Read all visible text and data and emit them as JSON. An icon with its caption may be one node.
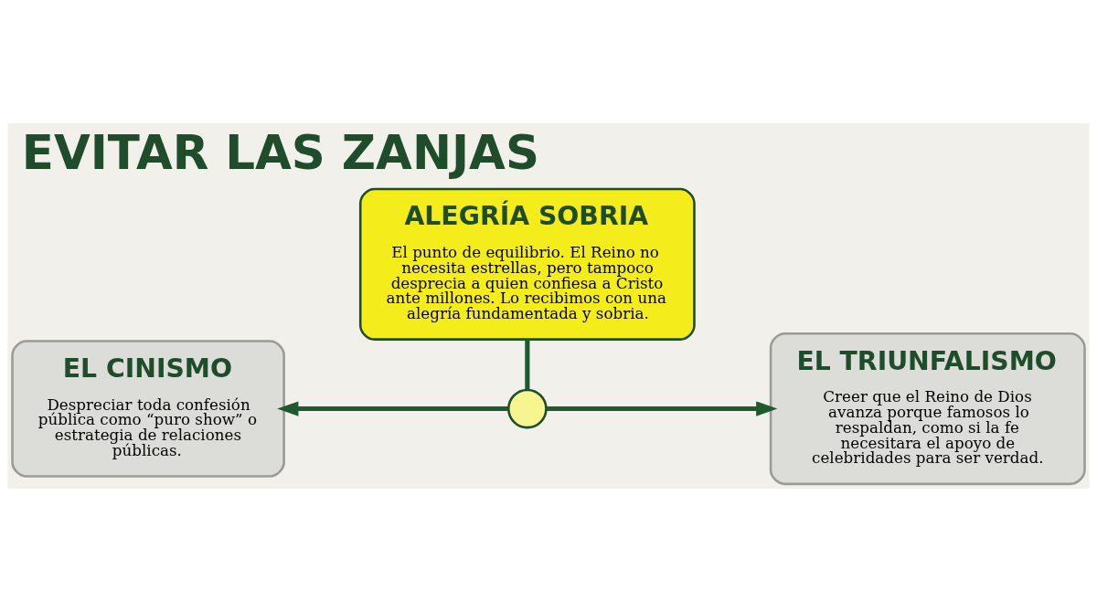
{
  "diagram": {
    "title": "EVITAR LAS ZANJAS",
    "nodes": [
      {
        "text": [
          "EL CINISMO",
          "Despreciar toda confesión pública como “puro show” o estrategia de relaciones públicas."
        ]
      },
      {
        "text": [
          "ALEGRÍA SOBRIA",
          "El punto de equilibrio. El Reino no necesita estrellas, pero tampoco desprecia a quien confiesa a Cristo ante millones. Lo recibimos con una alegría fundamentada y sobria."
        ]
      },
      {
        "text": [
          "EL TRIUNFALISMO",
          "Creer que el Reino de Dios avanza porque famosos lo respaldan, como si la fe necesitara el apoyo de celebridades para ser verdad."
        ]
      },
      {
        "text": [],
        "shape": "circle"
      }
    ],
    "edges": [
      {
        "from": 3,
        "to": 0,
        "arrow": "to"
      },
      {
        "from": 3,
        "to": 2,
        "arrow": "to"
      },
      {
        "from": 1,
        "to": 3,
        "arrow": "none"
      }
    ]
  }
}
